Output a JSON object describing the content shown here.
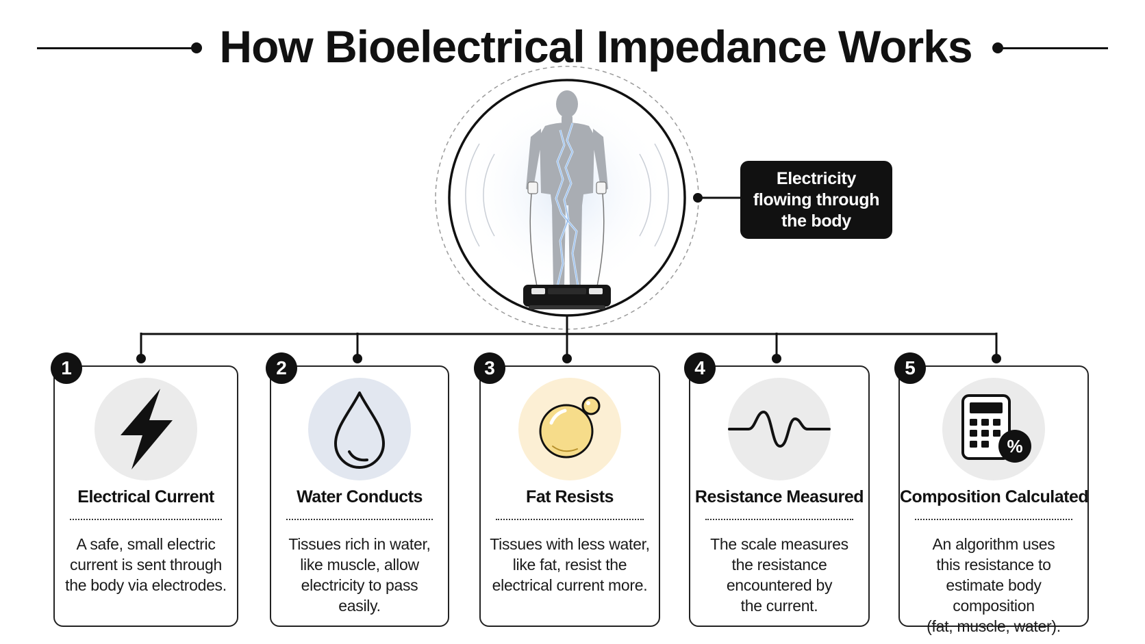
{
  "title": "How Bioelectrical Impedance Works",
  "callout": {
    "line1": "Electricity",
    "line2": "flowing through",
    "line3": "the body"
  },
  "steps": [
    {
      "number": "1",
      "title": "Electrical Current",
      "lines": [
        "A safe, small electric",
        "current is sent through",
        "the body via electrodes."
      ],
      "icon": "lightning-bolt-icon",
      "icon_bg": "#ebebeb"
    },
    {
      "number": "2",
      "title": "Water Conducts",
      "lines": [
        "Tissues rich in water,",
        "like muscle, allow",
        "electricity to pass",
        "easily."
      ],
      "icon": "water-drop-icon",
      "icon_bg": "#e2e7f0"
    },
    {
      "number": "3",
      "title": "Fat Resists",
      "lines": [
        "Tissues with less water,",
        "like fat, resist the",
        "electrical current more."
      ],
      "icon": "fat-globule-icon",
      "icon_bg": "#fcefd4"
    },
    {
      "number": "4",
      "title": "Resistance Measured",
      "lines": [
        "The scale measures",
        "the resistance",
        "encountered by",
        "the current."
      ],
      "icon": "waveform-icon",
      "icon_bg": "#ebebeb"
    },
    {
      "number": "5",
      "title": "Composition Calculated",
      "lines": [
        "An algorithm uses",
        "this resistance to",
        "estimate body composition",
        "(fat, muscle, water)."
      ],
      "icon": "calculator-percent-icon",
      "icon_bg": "#ebebeb"
    }
  ],
  "colors": {
    "ink": "#111111",
    "fat_yellow": "#f6dc8a",
    "body_gray": "#a9adb3",
    "electric_blue": "#cfe3ff"
  }
}
